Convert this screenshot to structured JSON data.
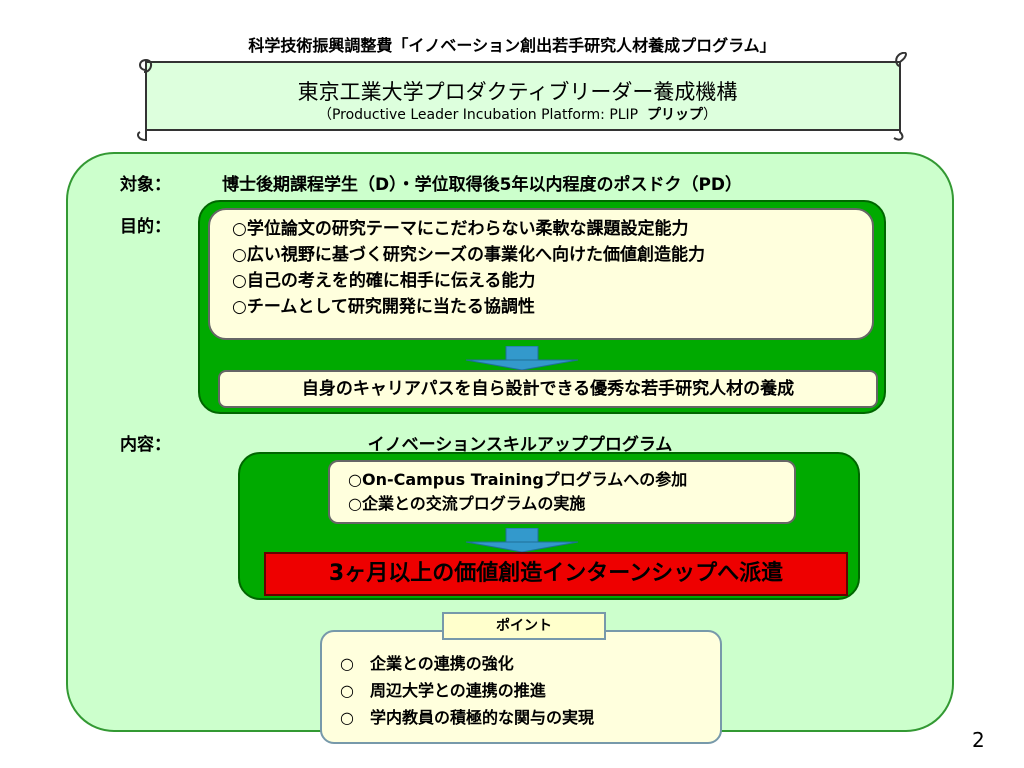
{
  "header": {
    "title": "科学技術振興調整費「イノベーション創出若手研究人材養成プログラム」"
  },
  "banner": {
    "title": "東京工業大学プロダクティブリーダー養成機構",
    "subtitle_prefix": "（Productive Leader Incubation Platform: PLIP",
    "subtitle_reading": "プリップ",
    "subtitle_suffix": "）"
  },
  "target": {
    "label": "対象：",
    "text": "博士後期課程学生（D）・学位取得後5年以内程度のポスドク（PD）"
  },
  "purpose": {
    "label": "目的：",
    "items": [
      "○学位論文の研究テーマにこだわらない柔軟な課題設定能力",
      "○広い視野に基づく研究シーズの事業化へ向けた価値創造能力",
      "○自己の考えを的確に相手に伝える能力",
      "○チームとして研究開発に当たる協調性"
    ],
    "result": "自身のキャリアパスを自ら設計できる優秀な若手研究人材の養成"
  },
  "content": {
    "label": "内容：",
    "title": "イノベーションスキルアッププログラム",
    "items": [
      "○On-Campus Trainingプログラムへの参加",
      "○企業との交流プログラムの実施"
    ],
    "highlight": "3ヶ月以上の価値創造インターンシップへ派遣"
  },
  "points": {
    "tag": "ポイント",
    "items": [
      "○　企業との連携の強化",
      "○　周辺大学との連携の推進",
      "○　学内教員の積極的な関与の実現"
    ]
  },
  "page_number": "2",
  "colors": {
    "panel_fill": "#ccffcc",
    "green_box": "#00aa00",
    "highlight_red": "#ee0000",
    "note_fill": "#ffffdd",
    "arrow_fill": "#3399cc"
  }
}
